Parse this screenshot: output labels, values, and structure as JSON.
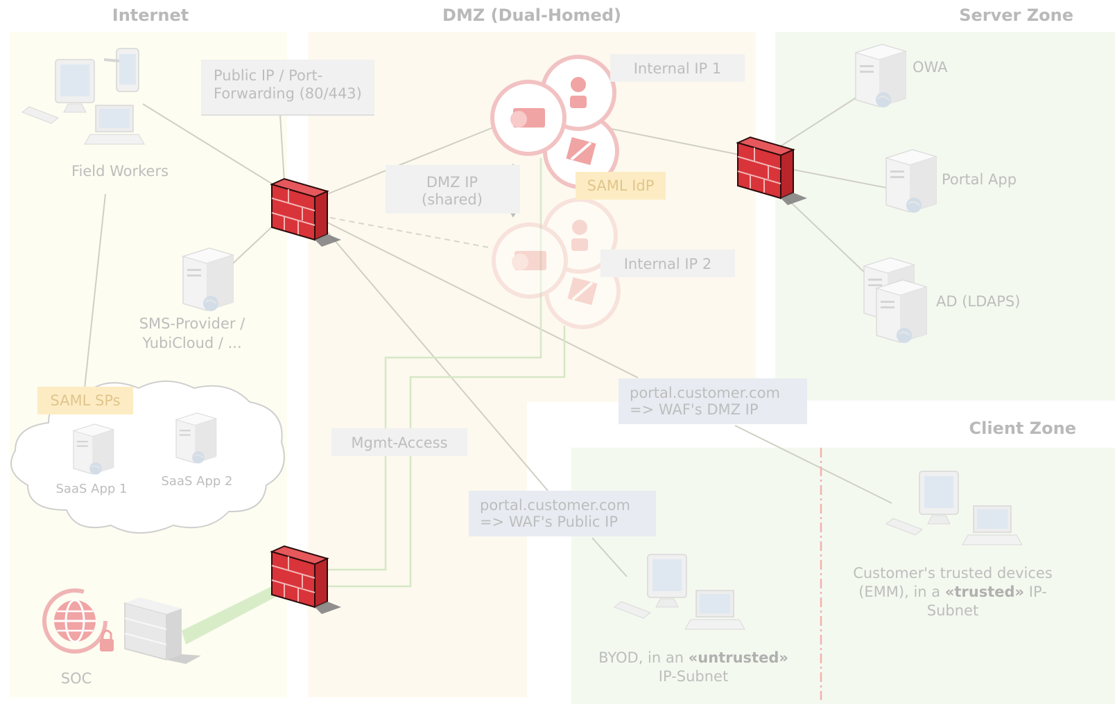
{
  "zones": {
    "internet": "Internet",
    "dmz": "DMZ (Dual-Homed)",
    "server": "Server Zone",
    "client": "Client Zone"
  },
  "labels": {
    "field_workers": "Field Workers",
    "public_ip": [
      "Public IP / Port-",
      "Forwarding (80/443)"
    ],
    "sms_provider": [
      "SMS-Provider /",
      "YubiCloud / ..."
    ],
    "saml_sps": "SAML SPs",
    "saas1": "SaaS App 1",
    "saas2": "SaaS App 2",
    "soc": "SOC",
    "internal_ip1": "Internal IP 1",
    "internal_ip2": "Internal IP 2",
    "dmz_ip": [
      "DMZ IP",
      "(shared)"
    ],
    "saml_idp": "SAML IdP",
    "mgmt_access": "Mgmt-Access",
    "portal_dmz": [
      "portal.customer.com",
      "=> WAF's DMZ IP"
    ],
    "portal_public": [
      "portal.customer.com",
      "=> WAF's Public IP"
    ],
    "owa": "OWA",
    "portal_app": "Portal App",
    "ad": "AD (LDAPS)",
    "byod_1_pre": "BYOD, in an ",
    "byod_1_bold": "«untrusted»",
    "byod_2": "IP-Subnet",
    "trusted_1": "Customer's trusted devices",
    "trusted_2_pre": "(EMM), in a ",
    "trusted_2_bold": "«trusted»",
    "trusted_2_post": " IP-",
    "trusted_3": "Subnet"
  },
  "colors": {
    "internet_bg": "#fdfdf1",
    "dmz_bg": "#fdf9ee",
    "server_bg": "#f4f9ef",
    "client_bg": "#f4f9ef",
    "firewall": "#d9343a",
    "waf_ring": "#f2c2c2",
    "soc": "#f0b4b4"
  },
  "icons": [
    "firewall-icon",
    "server-icon",
    "desktop-icon",
    "laptop-icon",
    "tablet-icon",
    "cloud-icon",
    "waf-icon",
    "globe-icon",
    "wall-icon"
  ]
}
